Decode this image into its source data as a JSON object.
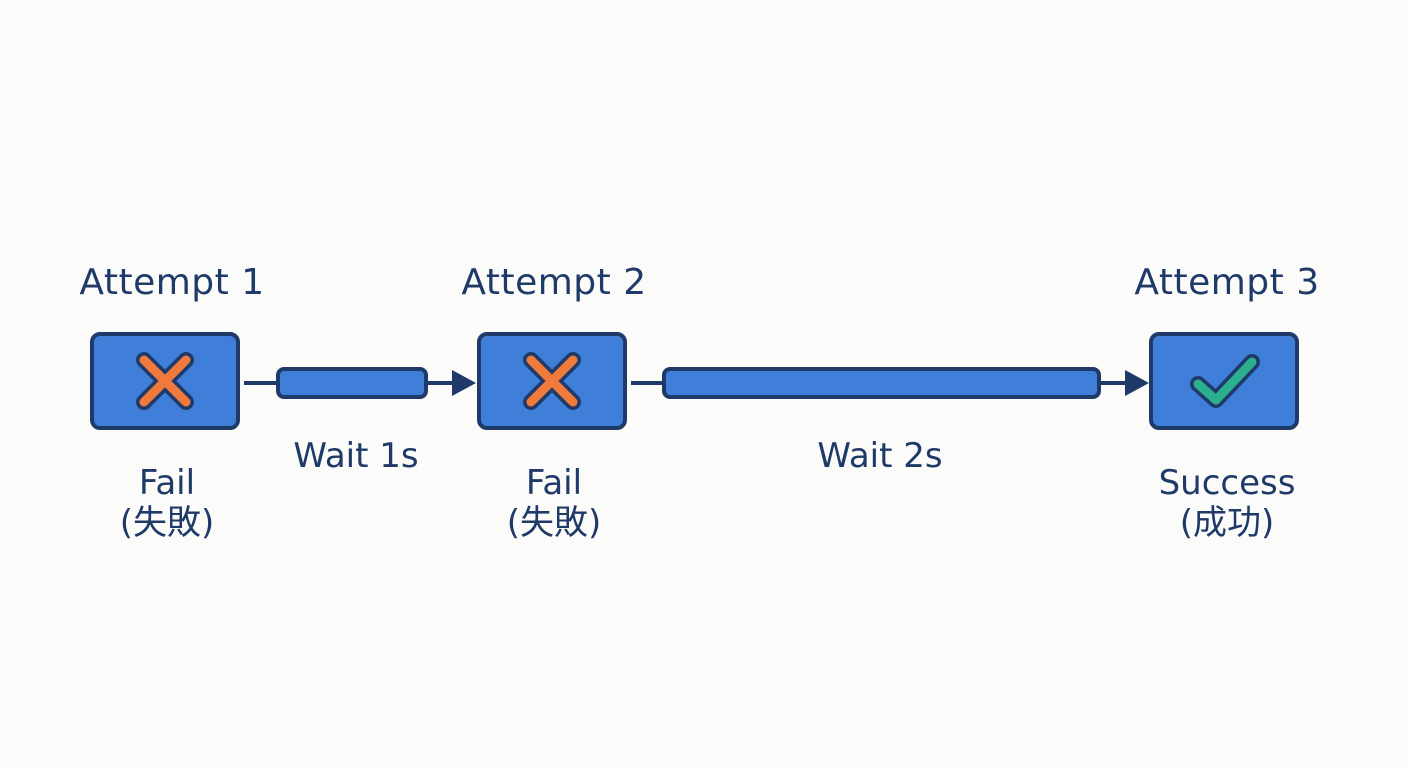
{
  "steps": [
    {
      "title": "Attempt 1",
      "status": "Fail",
      "status_cn": "(失敗)",
      "icon": "cross-icon"
    },
    {
      "title": "Attempt 2",
      "status": "Fail",
      "status_cn": "(失敗)",
      "icon": "cross-icon"
    },
    {
      "title": "Attempt 3",
      "status": "Success",
      "status_cn": "(成功)",
      "icon": "check-icon"
    }
  ],
  "waits": [
    {
      "label": "Wait 1s"
    },
    {
      "label": "Wait 2s"
    }
  ],
  "colors": {
    "box_fill": "#3f7fd9",
    "outline": "#1f3a68",
    "fail": "#f07a3c",
    "success": "#2bb08f",
    "background": "#fbfbf9"
  }
}
